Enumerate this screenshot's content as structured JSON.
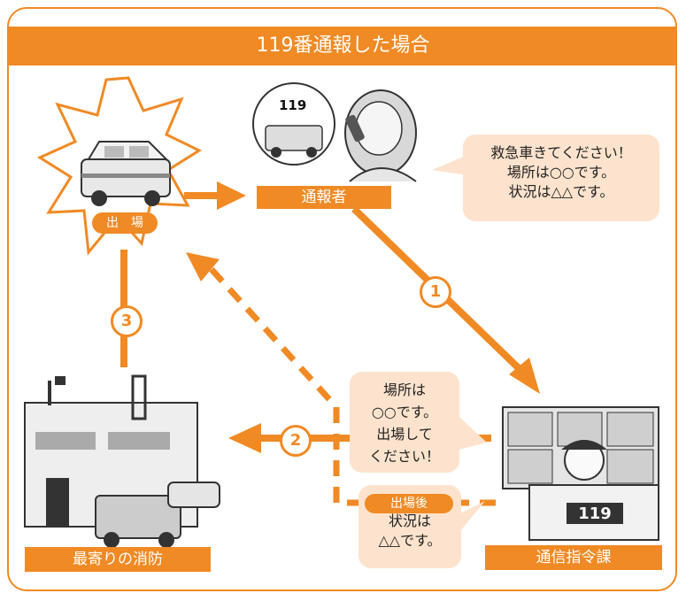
{
  "title": "119番通報した場合",
  "nodes": {
    "caller": "通報者",
    "command_center": "通信指令課",
    "fire_station": "最寄りの消防",
    "dispatch": "出　場"
  },
  "phone_badge": "119",
  "desk_badge": "119",
  "caller_bubble": [
    "救急車きてください！",
    "場所は○○です。",
    "状況は△△です。"
  ],
  "center_bubble": [
    "場所は",
    "○○です。",
    "出場して",
    "ください！"
  ],
  "after_label": "出場後",
  "after_bubble": [
    "状況は",
    "△△です。"
  ],
  "steps": [
    "1",
    "2",
    "3"
  ],
  "colors": {
    "accent": "#f08a24",
    "bubble": "#fde3cd"
  }
}
